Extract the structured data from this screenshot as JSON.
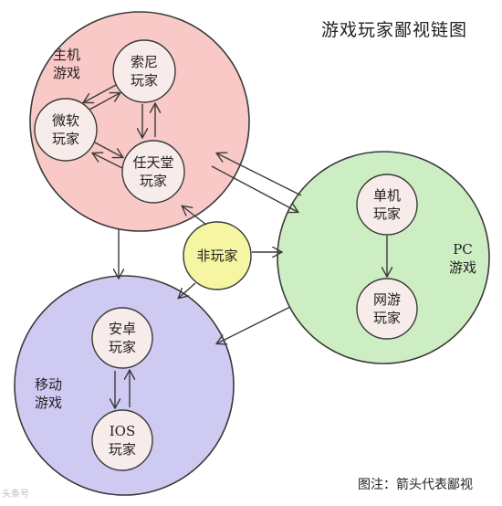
{
  "title": "游戏玩家鄙视链图",
  "note": "图注：箭头代表鄙视",
  "watermark": "头条号",
  "colors": {
    "console_fill": "#f9c9c7",
    "pc_fill": "#cdeec3",
    "mobile_fill": "#cfcaf2",
    "node_fill": "#f7ece9",
    "non_player_fill": "#f6f5a2",
    "stroke": "#3a3a3a"
  },
  "groups": {
    "console": {
      "line1": "主机",
      "line2": "游戏"
    },
    "pc": {
      "line1": "PC",
      "line2": "游戏"
    },
    "mobile": {
      "line1": "移动",
      "line2": "游戏"
    }
  },
  "nodes": {
    "sony": {
      "line1": "索尼",
      "line2": "玩家"
    },
    "microsoft": {
      "line1": "微软",
      "line2": "玩家"
    },
    "nintendo": {
      "line1": "任天堂",
      "line2": "玩家"
    },
    "standalone": {
      "line1": "单机",
      "line2": "玩家"
    },
    "online": {
      "line1": "网游",
      "line2": "玩家"
    },
    "android": {
      "line1": "安卓",
      "line2": "玩家"
    },
    "ios": {
      "line1": "IOS",
      "line2": "玩家"
    },
    "non_player": {
      "line1": "非玩家"
    }
  }
}
